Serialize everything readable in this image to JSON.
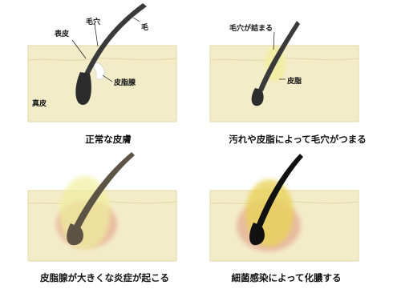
{
  "panels": [
    {
      "caption": "正常な皮膚",
      "labels": {
        "epidermis": "表皮",
        "pore": "毛穴",
        "hair": "毛",
        "sebaceous": "皮脂腺",
        "dermis": "真皮"
      }
    },
    {
      "caption": "汚れや皮脂によって毛穴がつまる",
      "labels": {
        "clog": "毛穴が詰まる",
        "sebum": "皮脂"
      }
    },
    {
      "caption": "皮脂腺が大きくな炎症が起こる",
      "labels": {}
    },
    {
      "caption": "細菌感染によって化膿する",
      "labels": {}
    }
  ],
  "colors": {
    "skin": "#f3ecc9",
    "skin_edge": "#e3d7a8",
    "hair": "#3a3a3a",
    "hair_dark": "#111111",
    "sebum": "#f0ef9e",
    "inflammation": "#e6b49a",
    "pus": "#e8d35a"
  }
}
